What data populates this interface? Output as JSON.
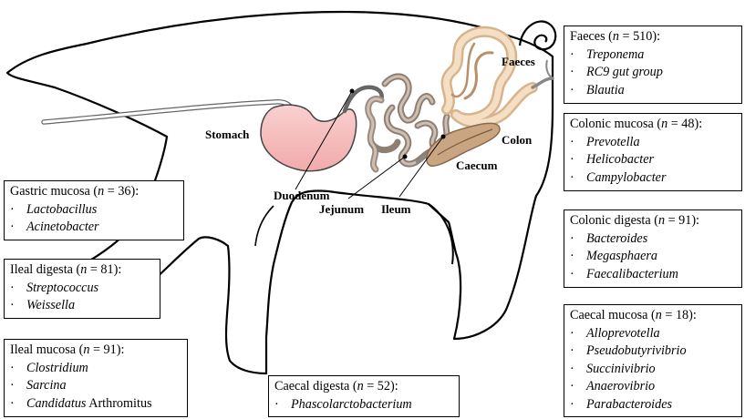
{
  "labels": {
    "stomach": "Stomach",
    "duodenum": "Duodenum",
    "jejunum": "Jejunum",
    "ileum": "Ileum",
    "caecum": "Caecum",
    "colon": "Colon",
    "faeces": "Faeces"
  },
  "boxes": {
    "gastric_mucosa": {
      "title": "Gastric mucosa (",
      "n_symbol": "n",
      "count": " = 36):",
      "items": [
        {
          "bullet": "·",
          "italic": "Lactobacillus",
          "plain": ""
        },
        {
          "bullet": "·",
          "italic": "Acinetobacter",
          "plain": ""
        }
      ]
    },
    "ileal_digesta": {
      "title": "Ileal digesta (",
      "n_symbol": "n",
      "count": " = 81):",
      "items": [
        {
          "bullet": "·",
          "italic": "Streptococcus",
          "plain": ""
        },
        {
          "bullet": "·",
          "italic": "Weissella",
          "plain": ""
        }
      ]
    },
    "ileal_mucosa": {
      "title": "Ileal mucosa (",
      "n_symbol": "n",
      "count": " = 91):",
      "items": [
        {
          "bullet": "·",
          "italic": "Clostridium",
          "plain": ""
        },
        {
          "bullet": "·",
          "italic": "Sarcina",
          "plain": ""
        },
        {
          "bullet": "·",
          "italic": "Candidatus",
          "plain": " Arthromitus"
        }
      ]
    },
    "caecal_digesta": {
      "title": "Caecal digesta (",
      "n_symbol": "n",
      "count": " = 52):",
      "items": [
        {
          "bullet": "·",
          "italic": "Phascolarctobacterium",
          "plain": ""
        }
      ]
    },
    "faeces": {
      "title": "Faeces (",
      "n_symbol": "n",
      "count": " = 510):",
      "items": [
        {
          "bullet": "·",
          "italic": "Treponema",
          "plain": ""
        },
        {
          "bullet": "·",
          "italic": "RC9 gut group",
          "plain": ""
        },
        {
          "bullet": "·",
          "italic": "Blautia",
          "plain": ""
        }
      ]
    },
    "colonic_mucosa": {
      "title": "Colonic mucosa (",
      "n_symbol": "n",
      "count": " = 48):",
      "items": [
        {
          "bullet": "·",
          "italic": "Prevotella",
          "plain": ""
        },
        {
          "bullet": "·",
          "italic": "Helicobacter",
          "plain": ""
        },
        {
          "bullet": "·",
          "italic": "Campylobacter",
          "plain": ""
        }
      ]
    },
    "colonic_digesta": {
      "title": "Colonic digesta (",
      "n_symbol": "n",
      "count": " = 91):",
      "items": [
        {
          "bullet": "·",
          "italic": "Bacteroides",
          "plain": ""
        },
        {
          "bullet": "·",
          "italic": "Megasphaera",
          "plain": ""
        },
        {
          "bullet": "·",
          "italic": "Faecalibacterium",
          "plain": ""
        }
      ]
    },
    "caecal_mucosa": {
      "title": "Caecal mucosa (",
      "n_symbol": "n",
      "count": " = 18):",
      "items": [
        {
          "bullet": "·",
          "italic": "Alloprevotella",
          "plain": ""
        },
        {
          "bullet": "·",
          "italic": "Pseudobutyrivibrio",
          "plain": ""
        },
        {
          "bullet": "·",
          "italic": "Succinivibrio",
          "plain": ""
        },
        {
          "bullet": "·",
          "italic": "Anaerovibrio",
          "plain": ""
        },
        {
          "bullet": "·",
          "italic": "Parabacteroides",
          "plain": ""
        }
      ]
    }
  },
  "colors": {
    "stomach_fill": "#f7c6c6",
    "small_intestine_fill": "#b9a89a",
    "colon_fill": "#f0d7b8",
    "caecum_fill": "#c9a582",
    "outline": "#000000"
  }
}
